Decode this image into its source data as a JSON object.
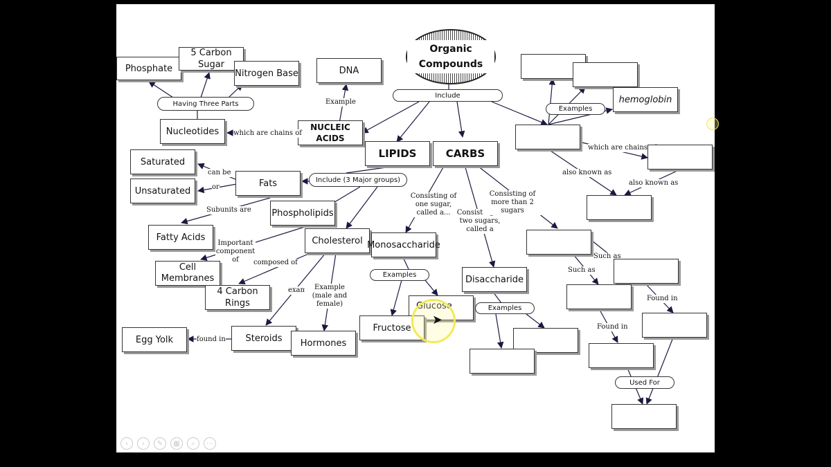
{
  "title": "Organic Compounds",
  "top_link": "Include",
  "nucleic": {
    "name": "NUCLEIC ACIDS",
    "example_label": "Example",
    "example": "DNA",
    "chain_label": "which are chains of",
    "unit": "Nucleotides",
    "parts_label": "Having Three Parts",
    "parts": [
      "Phosphate",
      "5 Carbon Sugar",
      "Nitrogen Base"
    ]
  },
  "lipids": {
    "name": "LIPIDS",
    "groups_label": "Include (3 Major groups)",
    "fats": "Fats",
    "can_be": "can be",
    "or": "or",
    "saturated": "Saturated",
    "unsaturated": "Unsaturated",
    "subunits_label": "Subunits are",
    "fatty_acids": "Fatty Acids",
    "phospholipids": "Phospholipids",
    "important_label": "Important component of",
    "cell_membranes": "Cell Membranes",
    "cholesterol": "Cholesterol",
    "composed_label": "composed of",
    "rings": "4 Carbon Rings",
    "example_label": "example",
    "example_mf_label": "Example (male and female)",
    "steroids": "Steroids",
    "hormones": "Hormones",
    "found_in_label": "found in",
    "egg_yolk": "Egg Yolk"
  },
  "carbs": {
    "name": "CARBS",
    "one_sugar_label": "Consisting of one sugar, called a...",
    "two_sugar_label": "Consisting of two sugars, called a",
    "more_sugar_label": "Consisting of more than 2 sugars",
    "mono": "Monosaccharide",
    "examples_label": "Examples",
    "glucose": "Glucose",
    "fructose": "Fructose",
    "di": "Disaccharide",
    "di_examples_label": "Examples",
    "such_as_1": "Such as",
    "such_as_2": "Such as",
    "found_in_1": "Found in",
    "found_in_2": "Found in",
    "used_for": "Used For"
  },
  "proteins": {
    "examples_label": "Examples",
    "hemoglobin": "hemoglobin",
    "chain_label": "which are chains of",
    "aka_1": "also known as",
    "aka_2": "also known as"
  },
  "nav_icons": [
    "prev-icon",
    "next-icon",
    "pen-icon",
    "menu-icon",
    "zoom-icon",
    "more-icon"
  ],
  "colors": {
    "arrow": "#1a1a40",
    "highlight": "#f2e95a"
  }
}
